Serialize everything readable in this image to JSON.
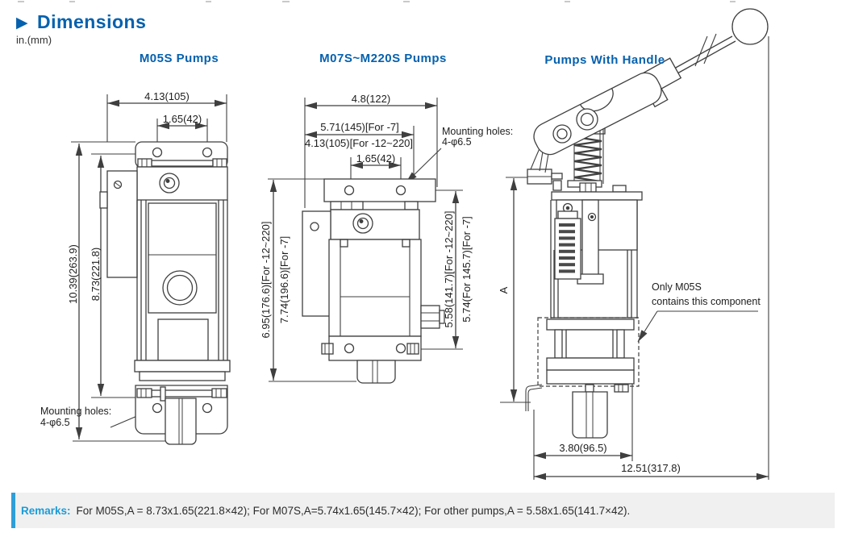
{
  "header": {
    "title": "Dimensions",
    "units": "in.(mm)"
  },
  "pump1": {
    "title": "M05S Pumps",
    "dim_width": "4.13(105)",
    "dim_hole_spacing": "1.65(42)",
    "dim_height_total": "10.39(263.9)",
    "dim_height_body": "8.73(221.8)",
    "mounting_note_line1": "Mounting holes:",
    "mounting_note_line2": "4-φ6.5"
  },
  "pump2": {
    "title": "M07S~M220S Pumps",
    "dim_width": "4.8(122)",
    "dim_width_for_7": "5.71(145)[For -7]",
    "dim_width_for_12_220": "4.13(105)[For -12~220]",
    "dim_hole_spacing": "1.65(42)",
    "dim_height_left_for_12_220": "6.95(176.6)[For -12~220]",
    "dim_height_left_for_7": "7.74(196.6)[For -7]",
    "dim_height_right_for_12_220": "5.58(141.7)[For -12~220]",
    "dim_height_right_for_7": "5.74(For 145.7)[For -7]",
    "mounting_note_line1": "Mounting holes:",
    "mounting_note_line2": "4-φ6.5"
  },
  "pump3": {
    "title": "Pumps With Handle",
    "dim_height_a": "A",
    "dim_base_width": "3.80(96.5)",
    "dim_total_width": "12.51(317.8)",
    "note_line1": "Only M05S",
    "note_line2": "contains this component"
  },
  "remarks": {
    "label": "Remarks:",
    "text": "For M05S,A = 8.73x1.65(221.8×42); For M07S,A=5.74x1.65(145.7×42); For other pumps,A = 5.58x1.65(141.7×42)."
  },
  "colors": {
    "heading_blue": "#0561ae",
    "remarks_label_blue": "#1a9bd8",
    "remarks_bar_blue": "#2e9fd8",
    "remarks_bg": "#f0f0f0",
    "line_color": "#3f3f3f"
  }
}
